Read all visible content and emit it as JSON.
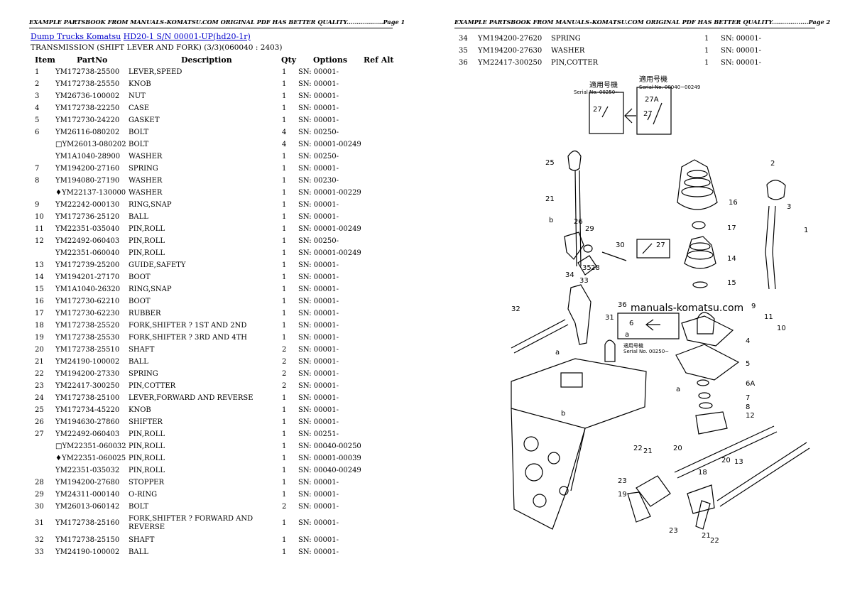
{
  "page1": {
    "header": "EXAMPLE PARTSBOOK FROM MANUALS-KOMATSU.COM ORIGINAL PDF HAS BETTER QUALITY..................Page 1",
    "breadcrumb": {
      "link1": "Dump Trucks Komatsu",
      "link2": "HD20-1 S/N 00001-UP(hd20-1r)"
    },
    "subtitle": "TRANSMISSION (SHIFT LEVER AND FORK) (3/3)(060040 : 2403)",
    "columns": {
      "item": "Item",
      "partno": "PartNo",
      "description": "Description",
      "qty": "Qty",
      "options": "Options",
      "refalt": "Ref Alt"
    },
    "rows": [
      {
        "item": "1",
        "part": "YM172738-25500",
        "desc": "LEVER,SPEED",
        "qty": "1",
        "opt": "SN: 00001-"
      },
      {
        "item": "2",
        "part": "YM172738-25550",
        "desc": "KNOB",
        "qty": "1",
        "opt": "SN: 00001-"
      },
      {
        "item": "3",
        "part": "YM26736-100002",
        "desc": "NUT",
        "qty": "1",
        "opt": "SN: 00001-"
      },
      {
        "item": "4",
        "part": "YM172738-22250",
        "desc": "CASE",
        "qty": "1",
        "opt": "SN: 00001-"
      },
      {
        "item": "5",
        "part": "YM172730-24220",
        "desc": "GASKET",
        "qty": "1",
        "opt": "SN: 00001-"
      },
      {
        "item": "6",
        "part": "YM26116-080202",
        "desc": "BOLT",
        "qty": "4",
        "opt": "SN: 00250-"
      },
      {
        "item": "",
        "part": "□YM26013-080202",
        "desc": "BOLT",
        "qty": "4",
        "opt": "SN: 00001-00249"
      },
      {
        "item": "",
        "part": "YM1A1040-28900",
        "desc": "WASHER",
        "qty": "1",
        "opt": "SN: 00250-"
      },
      {
        "item": "7",
        "part": "YM194200-27160",
        "desc": "SPRING",
        "qty": "1",
        "opt": "SN: 00001-"
      },
      {
        "item": "8",
        "part": "YM194080-27190",
        "desc": "WASHER",
        "qty": "1",
        "opt": "SN: 00230-"
      },
      {
        "item": "",
        "part": "♦YM22137-130000",
        "desc": "WASHER",
        "qty": "1",
        "opt": "SN: 00001-00229"
      },
      {
        "item": "9",
        "part": "YM22242-000130",
        "desc": "RING,SNAP",
        "qty": "1",
        "opt": "SN: 00001-"
      },
      {
        "item": "10",
        "part": "YM172736-25120",
        "desc": "BALL",
        "qty": "1",
        "opt": "SN: 00001-"
      },
      {
        "item": "11",
        "part": "YM22351-035040",
        "desc": "PIN,ROLL",
        "qty": "1",
        "opt": "SN: 00001-00249"
      },
      {
        "item": "12",
        "part": "YM22492-060403",
        "desc": "PIN,ROLL",
        "qty": "1",
        "opt": "SN: 00250-"
      },
      {
        "item": "",
        "part": "YM22351-060040",
        "desc": "PIN,ROLL",
        "qty": "1",
        "opt": "SN: 00001-00249"
      },
      {
        "item": "13",
        "part": "YM172739-25200",
        "desc": "GUIDE,SAFETY",
        "qty": "1",
        "opt": "SN: 00001-"
      },
      {
        "item": "14",
        "part": "YM194201-27170",
        "desc": "BOOT",
        "qty": "1",
        "opt": "SN: 00001-"
      },
      {
        "item": "15",
        "part": "YM1A1040-26320",
        "desc": "RING,SNAP",
        "qty": "1",
        "opt": "SN: 00001-"
      },
      {
        "item": "16",
        "part": "YM172730-62210",
        "desc": "BOOT",
        "qty": "1",
        "opt": "SN: 00001-"
      },
      {
        "item": "17",
        "part": "YM172730-62230",
        "desc": "RUBBER",
        "qty": "1",
        "opt": "SN: 00001-"
      },
      {
        "item": "18",
        "part": "YM172738-25520",
        "desc": "FORK,SHIFTER ? 1ST AND 2ND",
        "qty": "1",
        "opt": "SN: 00001-"
      },
      {
        "item": "19",
        "part": "YM172738-25530",
        "desc": "FORK,SHIFTER ? 3RD AND 4TH",
        "qty": "1",
        "opt": "SN: 00001-"
      },
      {
        "item": "20",
        "part": "YM172738-25510",
        "desc": "SHAFT",
        "qty": "2",
        "opt": "SN: 00001-"
      },
      {
        "item": "21",
        "part": "YM24190-100002",
        "desc": "BALL",
        "qty": "2",
        "opt": "SN: 00001-"
      },
      {
        "item": "22",
        "part": "YM194200-27330",
        "desc": "SPRING",
        "qty": "2",
        "opt": "SN: 00001-"
      },
      {
        "item": "23",
        "part": "YM22417-300250",
        "desc": "PIN,COTTER",
        "qty": "2",
        "opt": "SN: 00001-"
      },
      {
        "item": "24",
        "part": "YM172738-25100",
        "desc": "LEVER,FORWARD AND REVERSE",
        "qty": "1",
        "opt": "SN: 00001-"
      },
      {
        "item": "25",
        "part": "YM172734-45220",
        "desc": "KNOB",
        "qty": "1",
        "opt": "SN: 00001-"
      },
      {
        "item": "26",
        "part": "YM194630-27860",
        "desc": "SHIFTER",
        "qty": "1",
        "opt": "SN: 00001-"
      },
      {
        "item": "27",
        "part": "YM22492-060403",
        "desc": "PIN,ROLL",
        "qty": "1",
        "opt": "SN: 00251-"
      },
      {
        "item": "",
        "part": "□YM22351-060032",
        "desc": "PIN,ROLL",
        "qty": "1",
        "opt": "SN: 00040-00250"
      },
      {
        "item": "",
        "part": "♦YM22351-060025",
        "desc": "PIN,ROLL",
        "qty": "1",
        "opt": "SN: 00001-00039"
      },
      {
        "item": "",
        "part": "YM22351-035032",
        "desc": "PIN,ROLL",
        "qty": "1",
        "opt": "SN: 00040-00249"
      },
      {
        "item": "28",
        "part": "YM194200-27680",
        "desc": "STOPPER",
        "qty": "1",
        "opt": "SN: 00001-"
      },
      {
        "item": "29",
        "part": "YM24311-000140",
        "desc": "O-RING",
        "qty": "1",
        "opt": "SN: 00001-"
      },
      {
        "item": "30",
        "part": "YM26013-060142",
        "desc": "BOLT",
        "qty": "2",
        "opt": "SN: 00001-"
      },
      {
        "item": "31",
        "part": "YM172738-25160",
        "desc": "FORK,SHIFTER ? FORWARD AND REVERSE",
        "qty": "1",
        "opt": "SN: 00001-"
      },
      {
        "item": "32",
        "part": "YM172738-25150",
        "desc": "SHAFT",
        "qty": "1",
        "opt": "SN: 00001-"
      },
      {
        "item": "33",
        "part": "YM24190-100002",
        "desc": "BALL",
        "qty": "1",
        "opt": "SN: 00001-"
      }
    ]
  },
  "page2": {
    "header": "EXAMPLE PARTSBOOK FROM MANUALS-KOMATSU.COM ORIGINAL PDF HAS BETTER QUALITY..................Page 2",
    "rows": [
      {
        "item": "34",
        "part": "YM194200-27620",
        "desc": "SPRING",
        "qty": "1",
        "opt": "SN: 00001-"
      },
      {
        "item": "35",
        "part": "YM194200-27630",
        "desc": "WASHER",
        "qty": "1",
        "opt": "SN: 00001-"
      },
      {
        "item": "36",
        "part": "YM22417-300250",
        "desc": "PIN,COTTER",
        "qty": "1",
        "opt": "SN: 00001-"
      }
    ],
    "diagram": {
      "watermark": "manuals-komatsu.com",
      "serial_box1_jp": "適用号機",
      "serial_box1": "Serial No. 00250~",
      "serial_box2_jp": "適用号機",
      "serial_box2": "Serial No. 00040~00249",
      "serial_box3_jp": "適用号機",
      "serial_box3": "Serial No. 00250~",
      "callouts": [
        "1",
        "2",
        "3",
        "4",
        "5",
        "6",
        "6A",
        "7",
        "8",
        "9",
        "10",
        "11",
        "12",
        "13",
        "14",
        "15",
        "16",
        "17",
        "18",
        "19",
        "20",
        "20",
        "21",
        "21",
        "21",
        "22",
        "22",
        "23",
        "23",
        "25",
        "26",
        "27",
        "27",
        "27",
        "27A",
        "28",
        "29",
        "30",
        "31",
        "32",
        "33",
        "34",
        "35",
        "36",
        "a",
        "a",
        "a",
        "b",
        "b"
      ]
    }
  }
}
